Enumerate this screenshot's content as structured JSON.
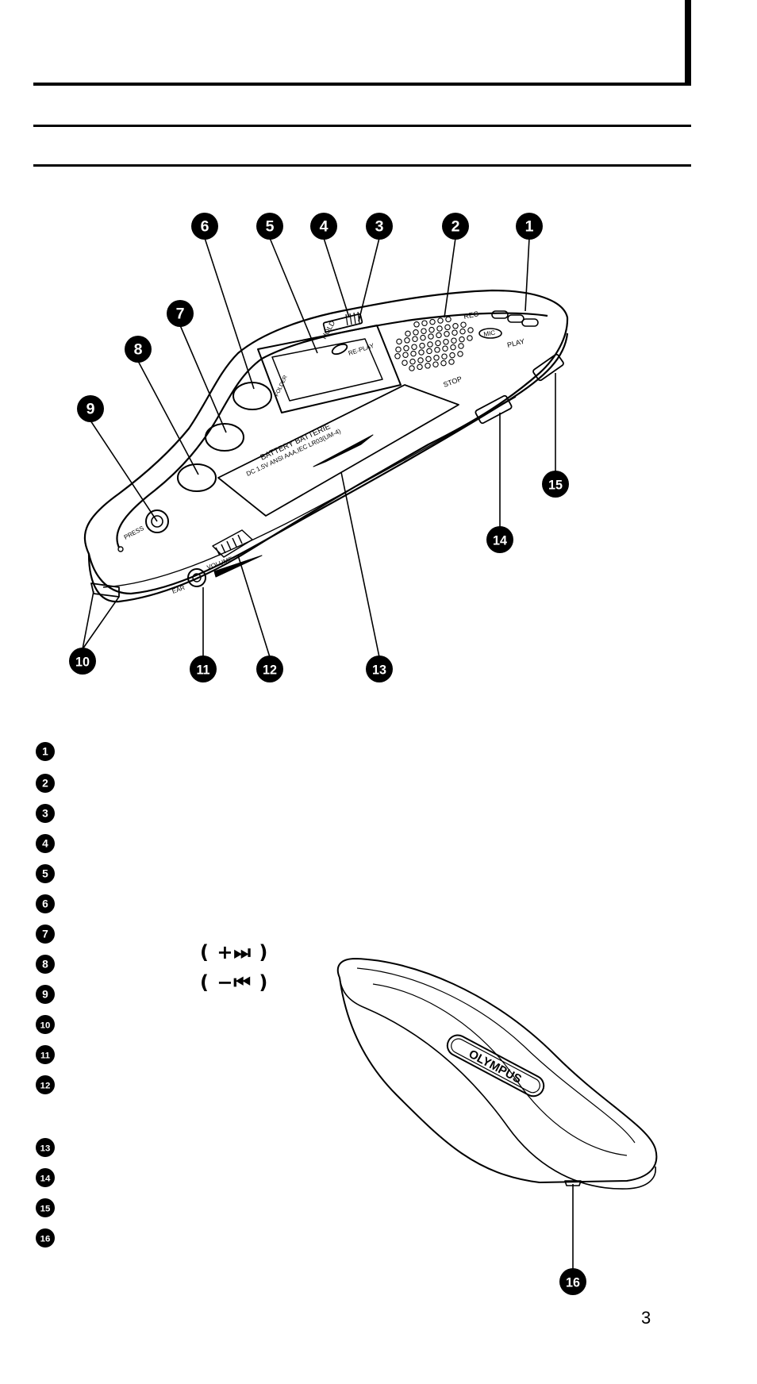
{
  "figure_callouts": [
    "1",
    "2",
    "3",
    "4",
    "5",
    "6",
    "7",
    "8",
    "9",
    "10",
    "11",
    "12",
    "13",
    "14",
    "15",
    "16"
  ],
  "list_numbers": [
    "1",
    "2",
    "3",
    "4",
    "5",
    "6",
    "7",
    "8",
    "9",
    "10",
    "11",
    "12",
    "13",
    "14",
    "15",
    "16"
  ],
  "device_labels": {
    "rec": "REC",
    "mic": "MIC",
    "play": "PLAY",
    "hold": "HOLD",
    "stop": "STOP",
    "repeat": "RE-PLAY",
    "folder": "FOLDER",
    "battery": "BATTERY  BATTERIE",
    "battery_spec": "DC 1.5V ANSI AAA,IEC LR03(UM-4)",
    "press": "PRESS",
    "volume": "VOLUME",
    "ear": "EAR",
    "brand": "OLYMPUS"
  },
  "key_symbols": {
    "item7": "( +⏭ )",
    "item8": "( −⏮ )"
  },
  "page_number": "3"
}
